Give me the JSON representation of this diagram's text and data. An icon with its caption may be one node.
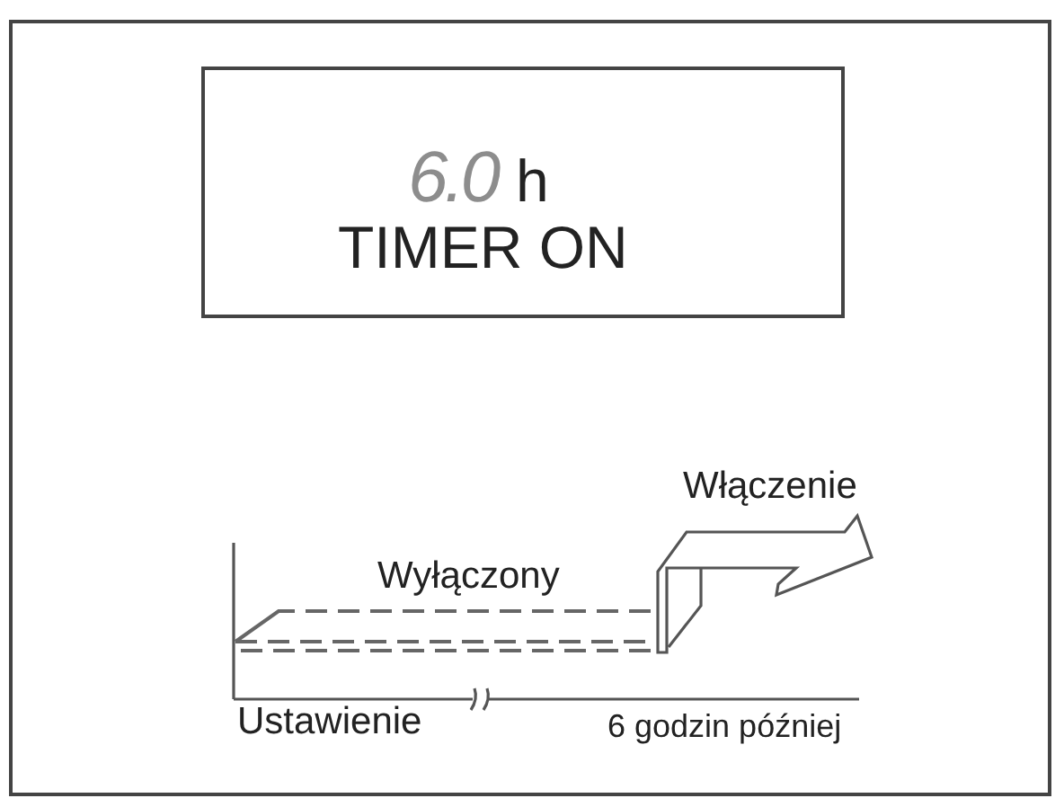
{
  "diagram": {
    "nodes": [
      {
        "text": [
          "6.0",
          "h",
          "TIMER ON"
        ]
      }
    ],
    "labels": [
      "Włączenie",
      "Wyłączony",
      "Ustawienie",
      "6 godzin później"
    ]
  }
}
